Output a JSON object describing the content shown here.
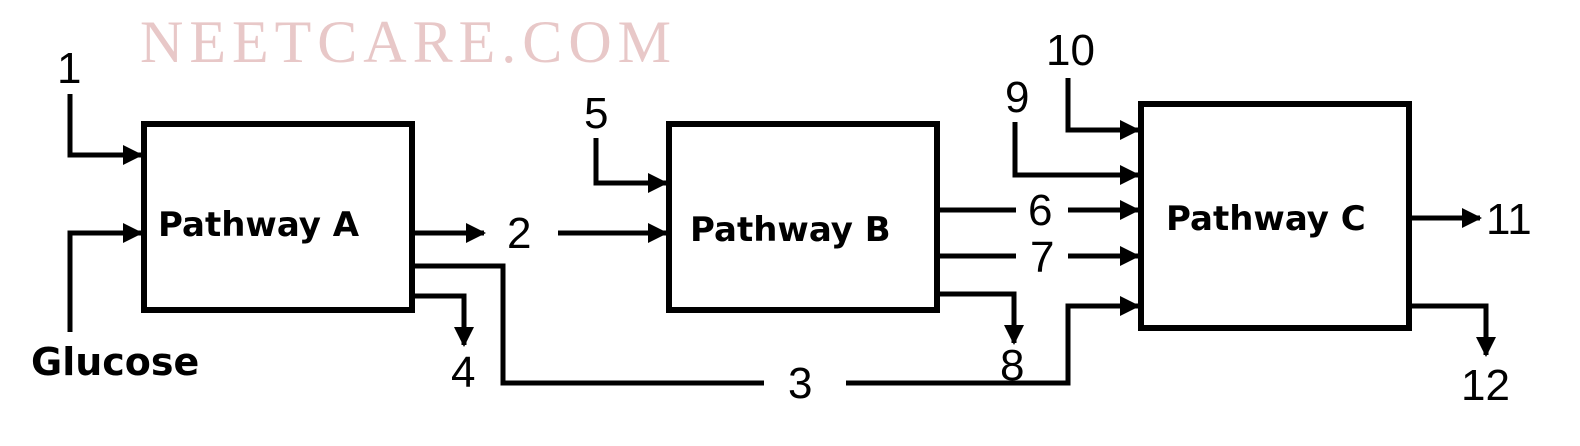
{
  "watermark": {
    "text": "NEETCARE.COM",
    "color": "#e8c8c8"
  },
  "pathways": {
    "a": {
      "label": "Pathway A"
    },
    "b": {
      "label": "Pathway B"
    },
    "c": {
      "label": "Pathway C"
    }
  },
  "inputs": {
    "glucose": "Glucose"
  },
  "labels": {
    "n1": "1",
    "n2": "2",
    "n3": "3",
    "n4": "4",
    "n5": "5",
    "n6": "6",
    "n7": "7",
    "n8": "8",
    "n9": "9",
    "n10": "10",
    "n11": "11",
    "n12": "12"
  },
  "edges": [
    {
      "from": "1",
      "to": "Pathway A"
    },
    {
      "from": "Glucose",
      "to": "Pathway A"
    },
    {
      "from": "Pathway A",
      "to": "2"
    },
    {
      "from": "2",
      "to": "Pathway B"
    },
    {
      "from": "Pathway A",
      "to": "3"
    },
    {
      "from": "3",
      "to": "Pathway C"
    },
    {
      "from": "Pathway A",
      "to": "4"
    },
    {
      "from": "5",
      "to": "Pathway B"
    },
    {
      "from": "Pathway B",
      "to": "6"
    },
    {
      "from": "6",
      "to": "Pathway C"
    },
    {
      "from": "Pathway B",
      "to": "7"
    },
    {
      "from": "7",
      "to": "Pathway C"
    },
    {
      "from": "Pathway B",
      "to": "8"
    },
    {
      "from": "9",
      "to": "Pathway C"
    },
    {
      "from": "10",
      "to": "Pathway C"
    },
    {
      "from": "Pathway C",
      "to": "11"
    },
    {
      "from": "Pathway C",
      "to": "12"
    }
  ]
}
